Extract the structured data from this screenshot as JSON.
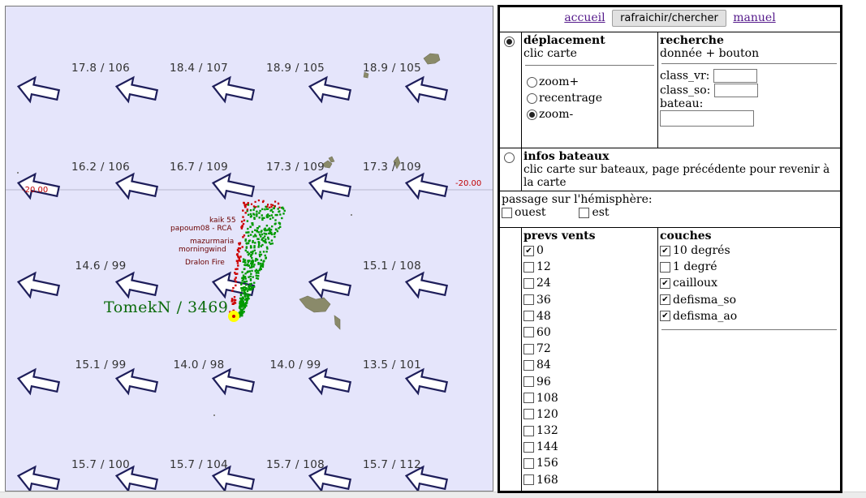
{
  "map": {
    "wind_labels": [
      [
        "17.8 / 106",
        "18.4 / 107",
        "18.9 / 105",
        "18.9 / 105"
      ],
      [
        "16.2 / 106",
        "16.7 / 109",
        "17.3 / 109",
        "17.3 / 109"
      ],
      [
        "14.6 / 99",
        "",
        "",
        "15.1 / 108"
      ],
      [
        "15.1 / 99",
        "14.0 / 98",
        "14.0 / 99",
        "13.5 / 101"
      ],
      [
        "15.7 / 100",
        "15.7 / 104",
        "15.7 / 108",
        "15.7 / 112"
      ]
    ],
    "latitude_label_left": "-20.00",
    "latitude_label_right": "-20.00",
    "boats": [
      "kaik 55",
      "papoum08 - RCA",
      "mazurmaria",
      "morningwind",
      "Dralon Fire"
    ],
    "player_label": "TomekN / 3469",
    "colors": {
      "sea": "#e5e5fb",
      "arrow": "#1e1e5a",
      "island": "#8a8a6a",
      "own_track": "#cc0000",
      "forecast": "#009900",
      "player": "#ffff00"
    }
  },
  "top": {
    "home_link": "accueil",
    "refresh_button": "rafraichir/chercher",
    "manual_link": "manuel"
  },
  "move": {
    "title": "déplacement",
    "subtitle": "clic carte",
    "options": [
      {
        "label": "zoom+",
        "checked": false
      },
      {
        "label": "recentrage",
        "checked": false
      },
      {
        "label": "zoom-",
        "checked": true
      }
    ],
    "selected": true
  },
  "search": {
    "title": "recherche",
    "subtitle": "donnée + bouton",
    "class_vr_label": "class_vr:",
    "class_so_label": "class_so:",
    "boat_label": "bateau:",
    "class_vr_value": "",
    "class_so_value": "",
    "boat_value": ""
  },
  "info": {
    "title": "infos bateaux",
    "subtitle": "clic carte sur bateaux, page précédente pour revenir à la carte",
    "selected": false
  },
  "hemisphere": {
    "title": "passage sur l'hémisphère:",
    "west_label": "ouest",
    "east_label": "est",
    "west_checked": false,
    "east_checked": false
  },
  "forecast": {
    "title": "prevs vents",
    "hours": [
      {
        "label": "0",
        "checked": true
      },
      {
        "label": "12",
        "checked": false
      },
      {
        "label": "24",
        "checked": false
      },
      {
        "label": "36",
        "checked": false
      },
      {
        "label": "48",
        "checked": false
      },
      {
        "label": "60",
        "checked": false
      },
      {
        "label": "72",
        "checked": false
      },
      {
        "label": "84",
        "checked": false
      },
      {
        "label": "96",
        "checked": false
      },
      {
        "label": "108",
        "checked": false
      },
      {
        "label": "120",
        "checked": false
      },
      {
        "label": "132",
        "checked": false
      },
      {
        "label": "144",
        "checked": false
      },
      {
        "label": "156",
        "checked": false
      },
      {
        "label": "168",
        "checked": false
      }
    ]
  },
  "layers": {
    "title": "couches",
    "items": [
      {
        "label": "10 degrés",
        "checked": true
      },
      {
        "label": "1 degré",
        "checked": false
      },
      {
        "label": "cailloux",
        "checked": true
      },
      {
        "label": "defisma_so",
        "checked": true
      },
      {
        "label": "defisma_ao",
        "checked": true
      }
    ]
  }
}
